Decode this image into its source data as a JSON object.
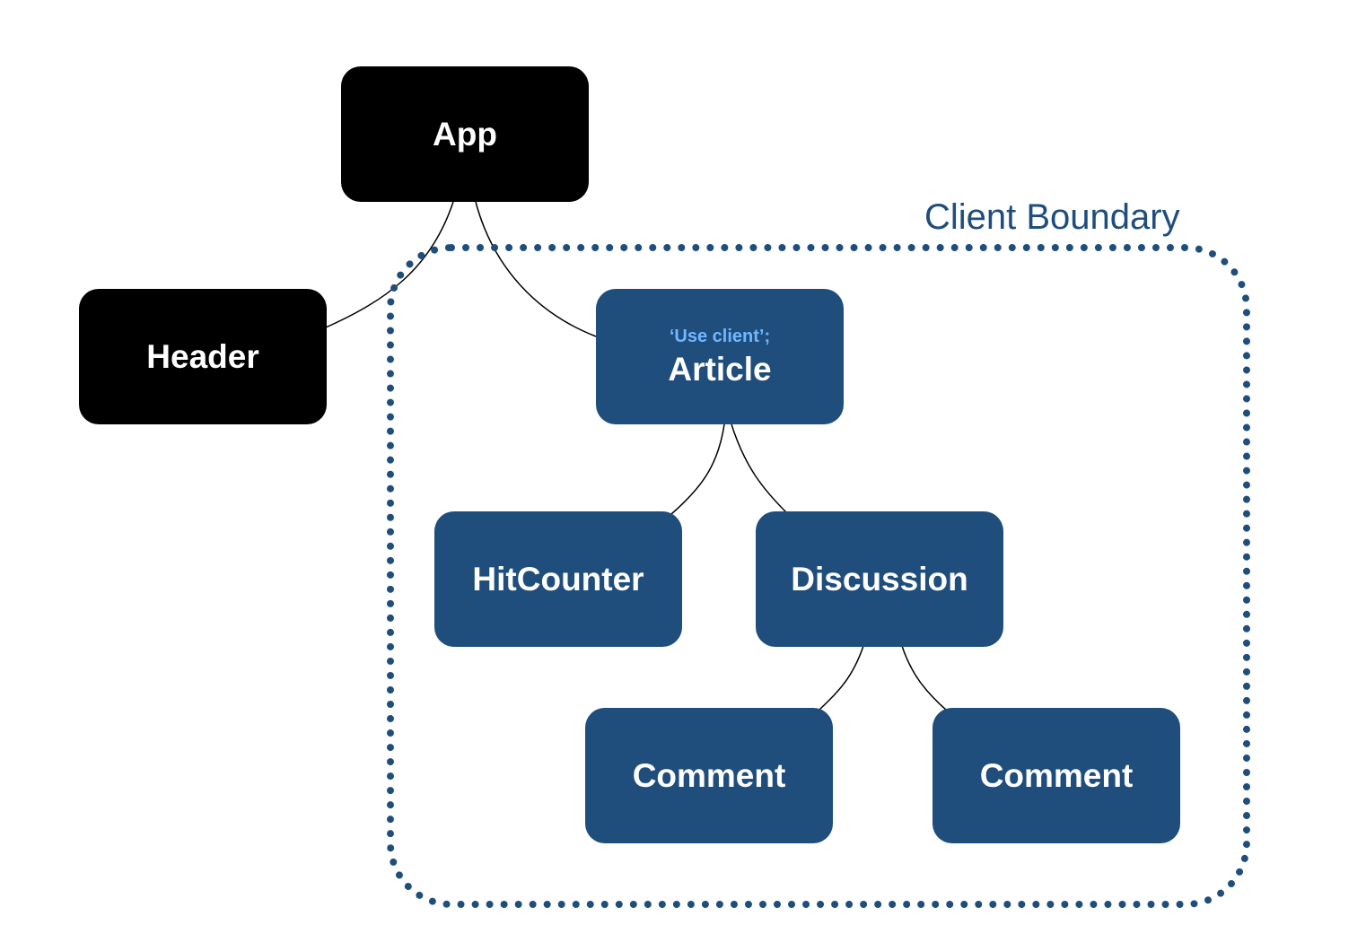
{
  "boundary": {
    "label": "Client Boundary",
    "color": "#1f4e7d"
  },
  "nodes": {
    "app": {
      "label": "App",
      "kind": "server"
    },
    "header": {
      "label": "Header",
      "kind": "server"
    },
    "article": {
      "label": "Article",
      "directive": "‘Use client’;",
      "kind": "client"
    },
    "hitcounter": {
      "label": "HitCounter",
      "kind": "client"
    },
    "discussion": {
      "label": "Discussion",
      "kind": "client"
    },
    "comment1": {
      "label": "Comment",
      "kind": "client"
    },
    "comment2": {
      "label": "Comment",
      "kind": "client"
    }
  },
  "edges": [
    {
      "from": "app",
      "to": "header"
    },
    {
      "from": "app",
      "to": "article"
    },
    {
      "from": "article",
      "to": "hitcounter"
    },
    {
      "from": "article",
      "to": "discussion"
    },
    {
      "from": "discussion",
      "to": "comment1"
    },
    {
      "from": "discussion",
      "to": "comment2"
    }
  ],
  "colors": {
    "server_node": "#000000",
    "client_node": "#1f4d7c",
    "directive_text": "#6fb8ff",
    "edge": "#000000"
  }
}
